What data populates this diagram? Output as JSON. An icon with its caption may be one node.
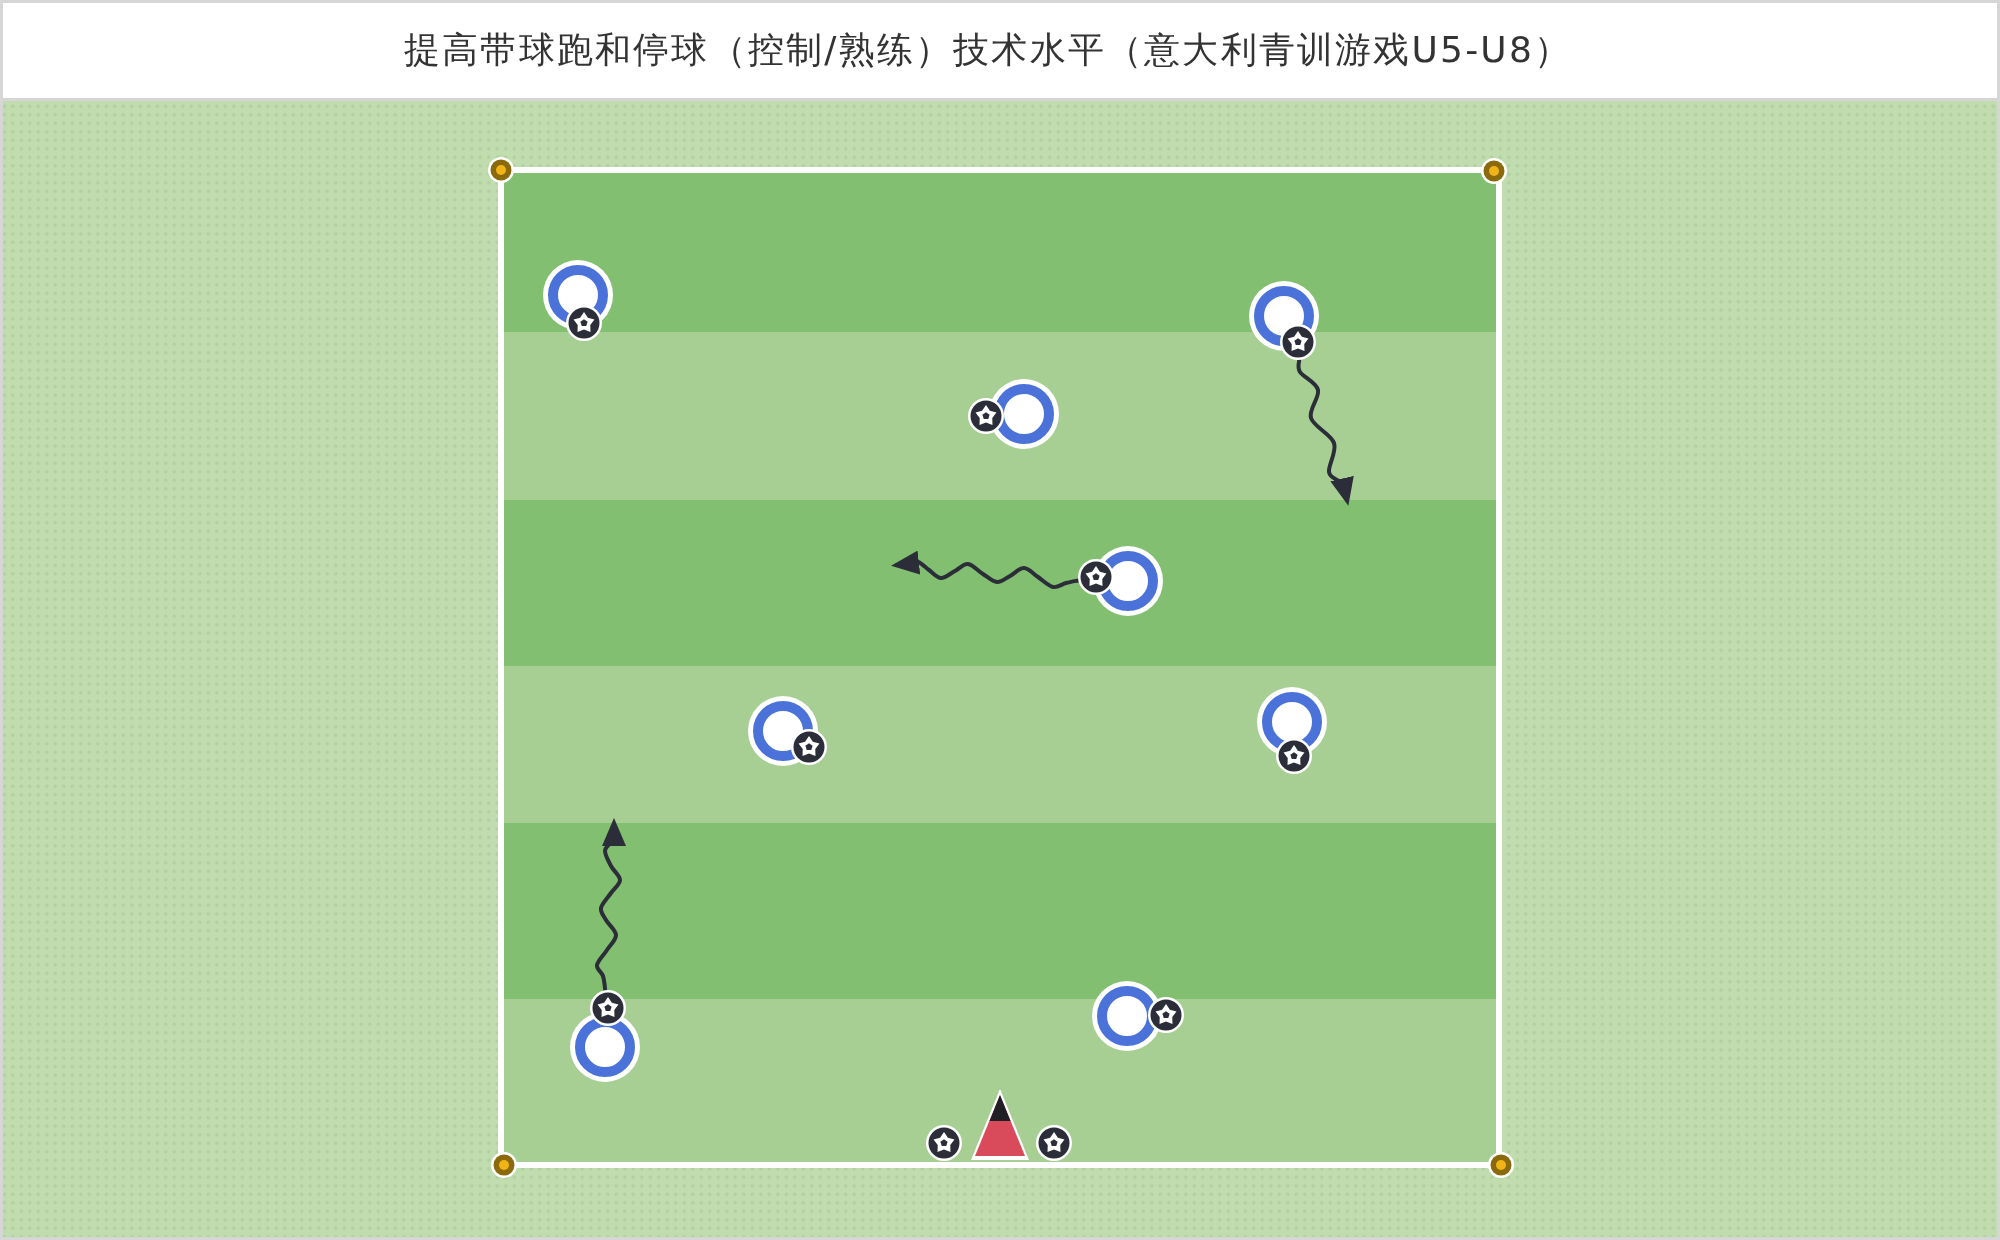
{
  "diagram": {
    "title": "提高带球跑和停球（控制/熟练）技术水平（意大利青训游戏U5-U8）",
    "nodes": [
      {
        "text": [],
        "shape": "circle"
      },
      {
        "text": [],
        "shape": "circle"
      },
      {
        "text": [],
        "shape": "circle"
      },
      {
        "text": [],
        "shape": "circle"
      },
      {
        "text": [],
        "shape": "circle"
      },
      {
        "text": [],
        "shape": "circle"
      },
      {
        "text": [],
        "shape": "circle"
      },
      {
        "text": [],
        "shape": "circle"
      }
    ],
    "edges": [
      {
        "from": 1,
        "to": null,
        "arrow": "to"
      },
      {
        "from": 3,
        "to": null,
        "arrow": "to"
      },
      {
        "from": 6,
        "to": null,
        "arrow": "to"
      }
    ]
  }
}
